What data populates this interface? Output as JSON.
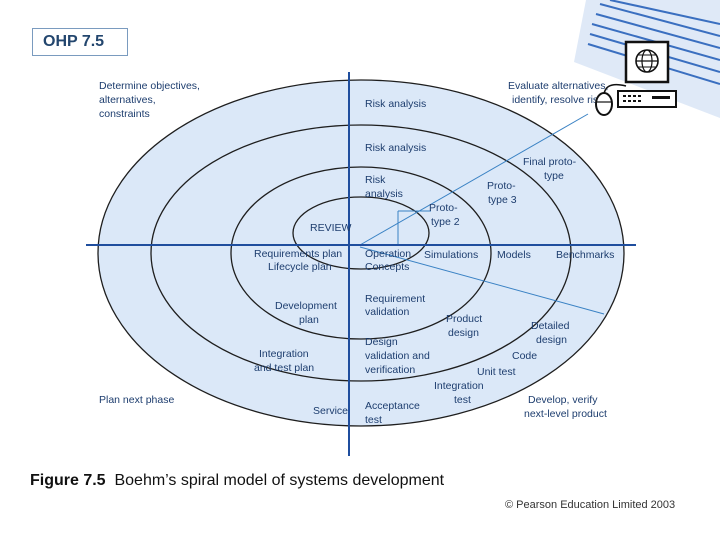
{
  "slide": {
    "label": "OHP 7.5"
  },
  "quadrants": {
    "top_left": [
      "Determine objectives,",
      "alternatives,",
      "constraints"
    ],
    "top_right": [
      "Evaluate alternatives,",
      "identify, resolve risks"
    ],
    "bottom_left": "Plan next phase",
    "bottom_right": [
      "Develop, verify",
      "next-level product"
    ]
  },
  "center": "REVIEW",
  "risk_analyses": [
    "Risk analysis",
    "Risk analysis",
    [
      "Risk",
      "analysis"
    ]
  ],
  "prototypes": [
    [
      "Proto-",
      "type 2"
    ],
    [
      "Proto-",
      "type 3"
    ],
    [
      "Final proto-",
      "type"
    ]
  ],
  "middle_row": {
    "operation_concepts": [
      "Operation",
      "Concepts"
    ],
    "simulations": "Simulations",
    "models": "Models",
    "benchmarks": "Benchmarks"
  },
  "left_plans": {
    "requirements": [
      "Requirements plan",
      "Lifecycle plan"
    ],
    "development": [
      "Development",
      "plan"
    ],
    "integration": [
      "Integration",
      "and test plan"
    ],
    "service": "Service"
  },
  "lower_right": {
    "requirement_validation": [
      "Requirement",
      "validation"
    ],
    "product_design": [
      "Product",
      "design"
    ],
    "detailed_design": [
      "Detailed",
      "design"
    ],
    "design_validation": [
      "Design",
      "validation and",
      "verification"
    ],
    "code": "Code",
    "unit_test": "Unit test",
    "integration_test": [
      "Integration",
      "test"
    ],
    "acceptance_test": [
      "Acceptance",
      "test"
    ]
  },
  "caption": {
    "figure": "Figure 7.5",
    "text": "Boehm’s spiral model of systems development"
  },
  "copyright": "© Pearson Education Limited 2003",
  "colors": {
    "fill": "#dbe8f8",
    "stroke": "#1e1e1e",
    "axis": "#1f4e9e",
    "divider": "#3a82c4",
    "label": "#1d3d6e",
    "title": "#23466e"
  },
  "icons": [
    "computer-icon"
  ]
}
